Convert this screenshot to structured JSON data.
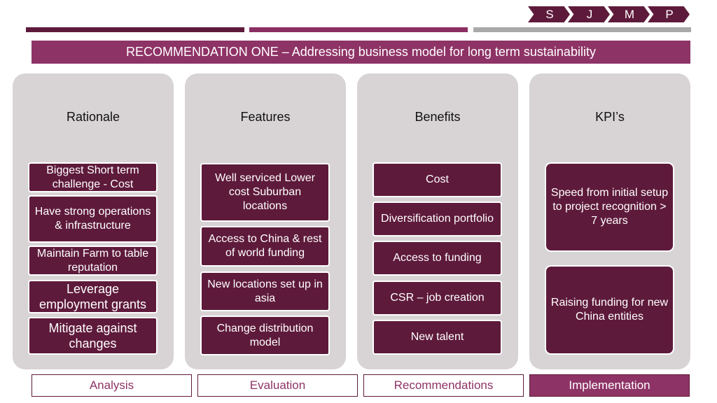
{
  "nav": {
    "chevrons": [
      "S",
      "J",
      "M",
      "P"
    ]
  },
  "banner": {
    "title": "RECOMMENDATION ONE – Addressing business model for long term sustainability"
  },
  "columns": [
    {
      "title": "Rationale",
      "items": [
        "Biggest Short term challenge - Cost",
        "Have strong operations & infrastructure",
        "Maintain Farm to table reputation",
        "Leverage employment grants",
        "Mitigate against changes"
      ]
    },
    {
      "title": "Features",
      "items": [
        "Well serviced Lower cost Suburban locations",
        "Access to China & rest of world funding",
        "New locations set up in asia",
        "Change distribution model"
      ]
    },
    {
      "title": "Benefits",
      "items": [
        "Cost",
        "Diversification portfolio",
        "Access to funding",
        "CSR – job creation",
        "New talent"
      ]
    },
    {
      "title": "KPI’s",
      "items": [
        "Speed from initial setup to project recognition > 7 years",
        "Raising funding for new China entities"
      ]
    }
  ],
  "tabs": [
    "Analysis",
    "Evaluation",
    "Recommendations",
    "Implementation"
  ],
  "active_tab": "Implementation",
  "colors": {
    "dark_plum": "#5e1a3b",
    "magenta": "#8e3366",
    "panel_grey": "#d8d4d5",
    "bar_grey": "#a9a9aa"
  }
}
